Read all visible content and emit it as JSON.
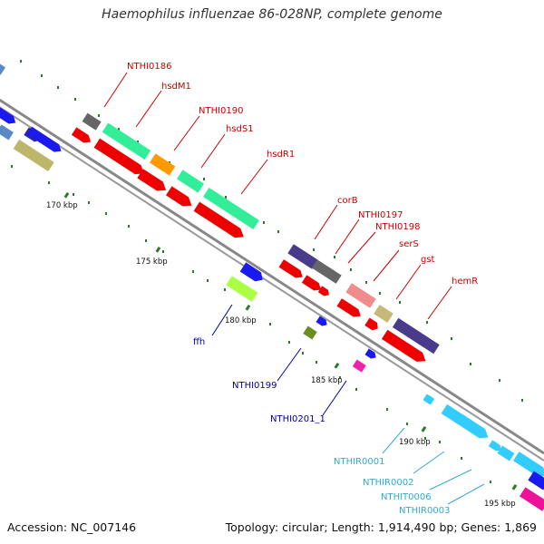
{
  "title": "Haemophilus influenzae 86-028NP, complete genome",
  "footer": {
    "accession": "Accession: NC_007146",
    "stats": "Topology: circular; Length: 1,914,490 bp; Genes: 1,869"
  },
  "colors": {
    "forward_label": "#cc0000",
    "reverse_label": "#000099",
    "rna_label": "#33aacc",
    "backbone": "#888888",
    "tick": "#2a7a2a"
  },
  "kbp_labels": [
    "170 kbp",
    "175 kbp",
    "180 kbp",
    "185 kbp",
    "190 kbp",
    "195 kbp"
  ],
  "gene_labels": {
    "NTHI0186": "NTHI0186",
    "hsdM1": "hsdM1",
    "NTHI0190": "NTHI0190",
    "hsdS1": "hsdS1",
    "hsdR1": "hsdR1",
    "corB": "corB",
    "NTHI0197": "NTHI0197",
    "NTHI0198": "NTHI0198",
    "serS": "serS",
    "gst": "gst",
    "hemR": "hemR",
    "ffh": "ffh",
    "NTHI0199": "NTHI0199",
    "NTHI0201_1": "NTHI0201_1",
    "NTHIR0001": "NTHIR0001",
    "NTHIR0002": "NTHIR0002",
    "NTHIT0006": "NTHIT0006",
    "NTHIR0003": "NTHIR0003"
  }
}
